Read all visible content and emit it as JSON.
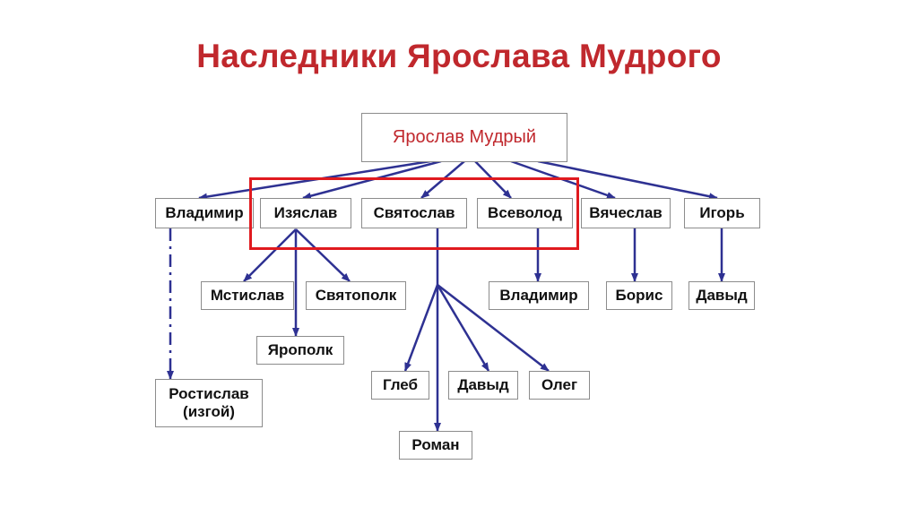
{
  "title": "Наследники Ярослава Мудрого",
  "colors": {
    "title": "#c0282d",
    "root_text": "#c0282d",
    "arrows": "#2e3192",
    "highlight": "#e01a1f"
  },
  "nodes": {
    "root": "Ярослав Мудрый",
    "vladimir": "Владимир",
    "izyaslav": "Изяслав",
    "svyatoslav": "Святослав",
    "vsevolod": "Всеволод",
    "vyacheslav": "Вячеслав",
    "igor": "Игорь",
    "mstislav": "Мстислав",
    "svyatopolk": "Святополк",
    "yaropolk": "Ярополк",
    "rostislav": "Ростислав",
    "rostislav_note": "(изгой)",
    "gleb": "Глеб",
    "davyd_s": "Давыд",
    "oleg": "Олег",
    "roman": "Роман",
    "vladimir_m": "Владимир",
    "boris": "Борис",
    "davyd_i": "Давыд"
  }
}
